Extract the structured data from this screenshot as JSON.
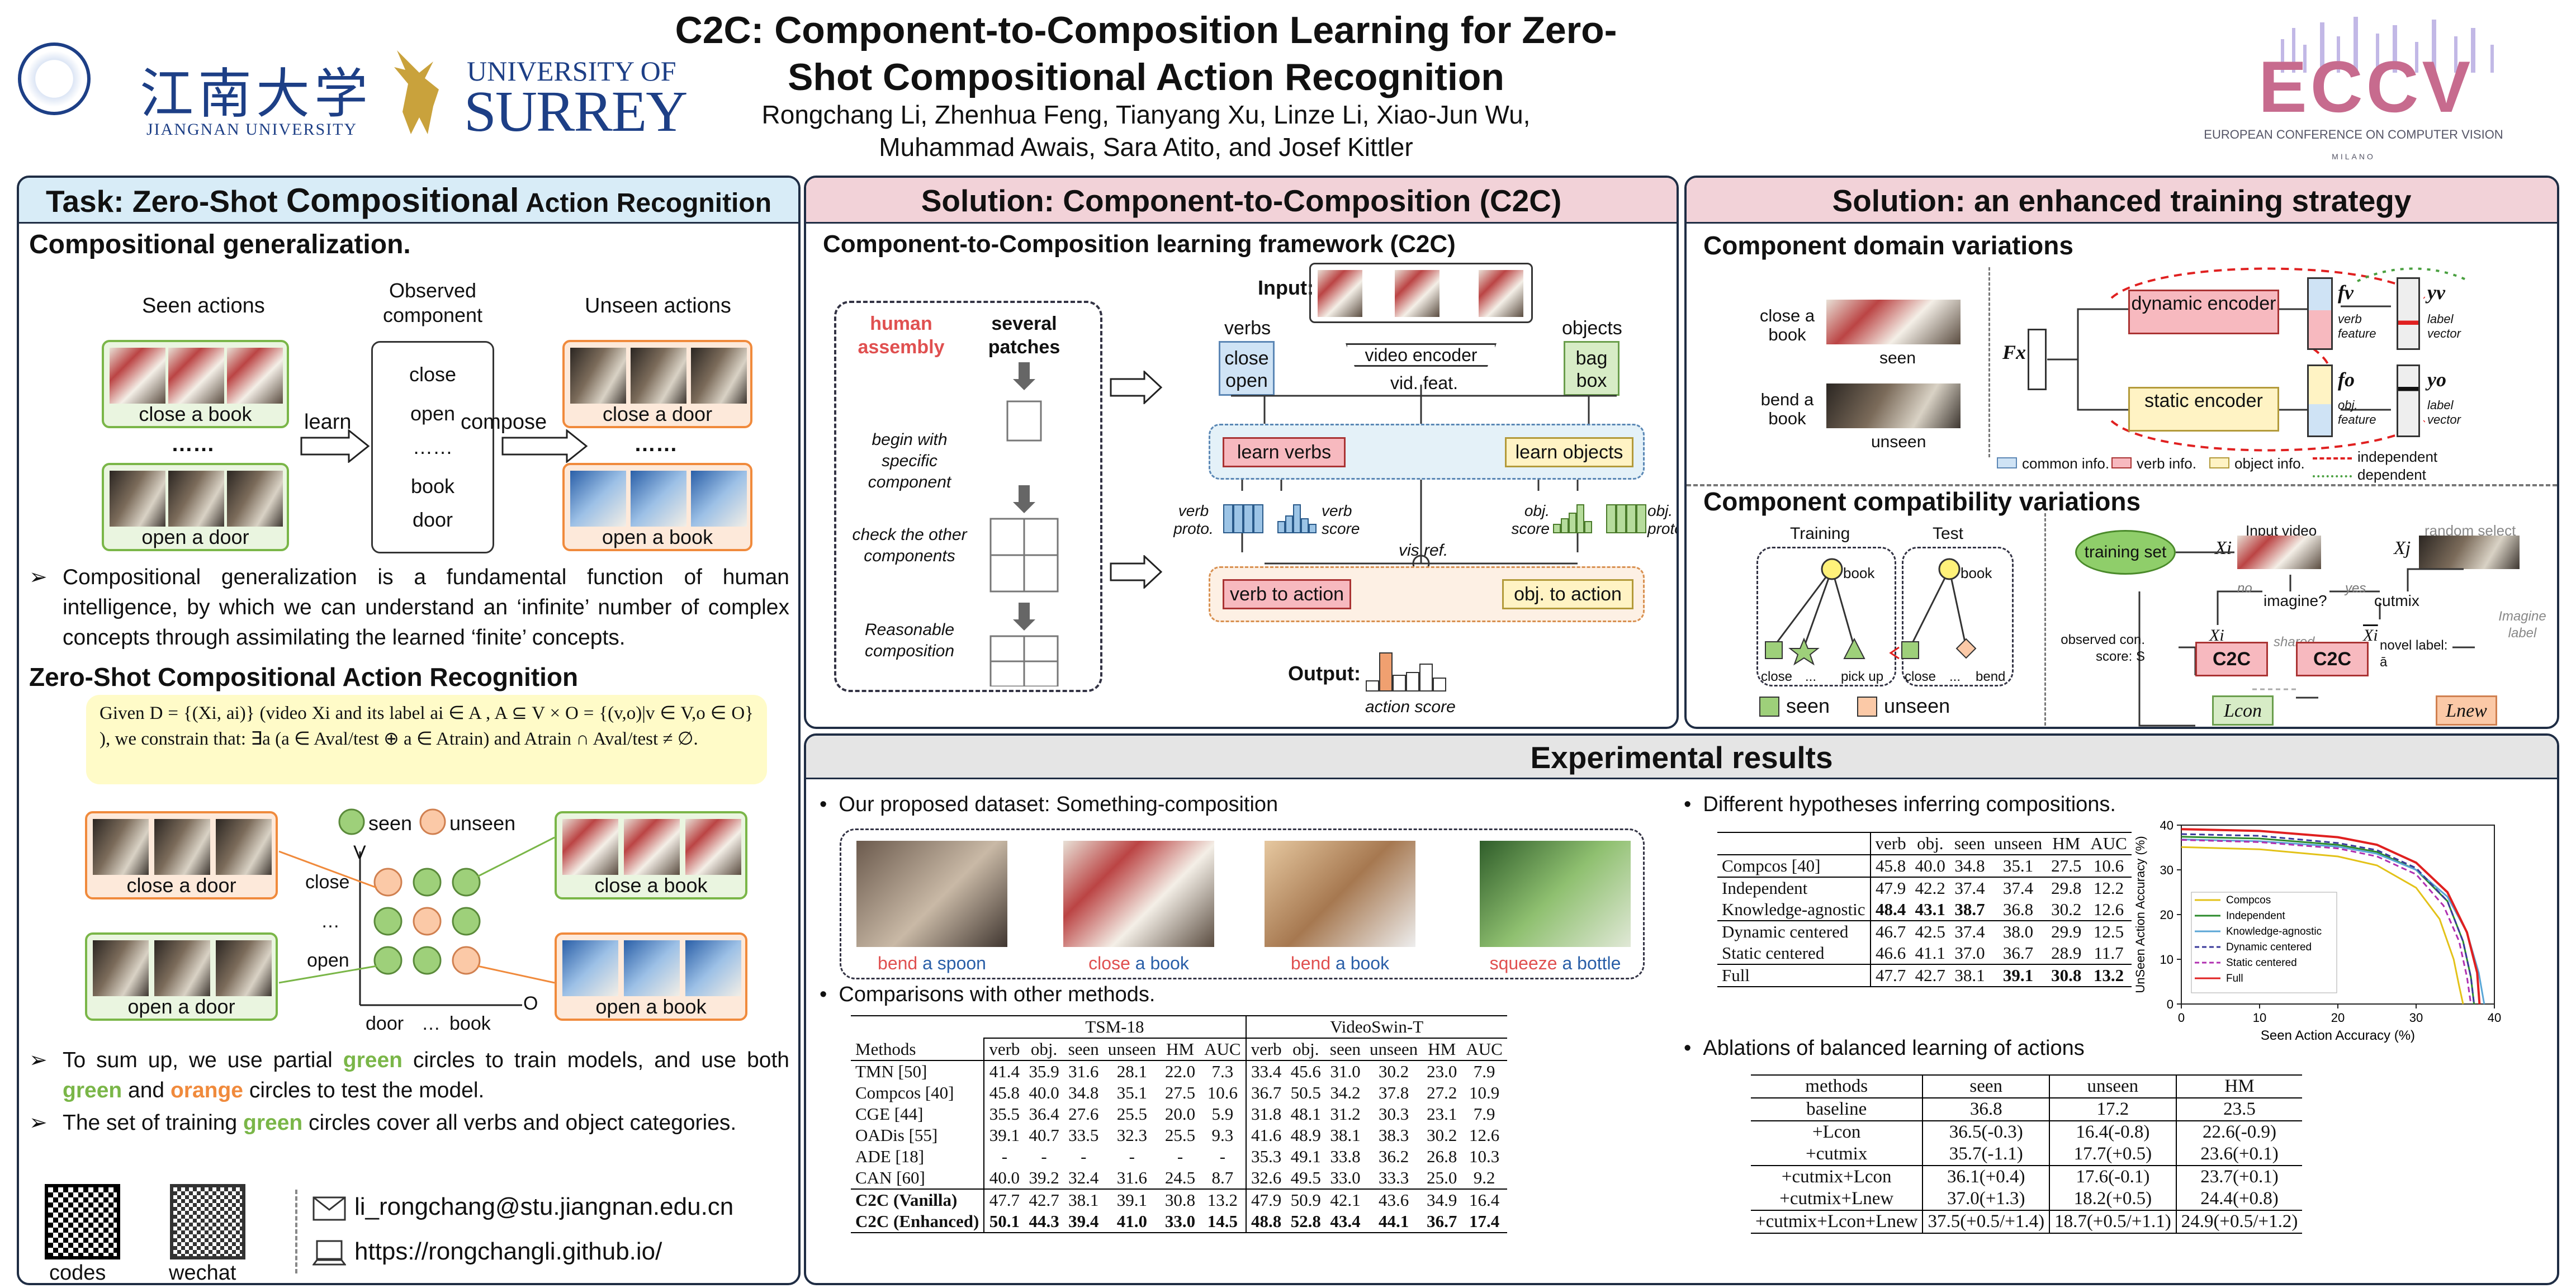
{
  "header": {
    "title": "C2C: Component-to-Composition Learning for Zero-Shot Compositional Action Recognition",
    "authors": "Rongchang Li, Zhenhua Feng, Tianyang Xu, Linze Li, Xiao-Jun Wu, Muhammad Awais, Sara Atito, and Josef Kittler",
    "jiangnan_cn": "江南大学",
    "jiangnan_en": "JIANGNAN UNIVERSITY",
    "surrey_top": "UNIVERSITY OF",
    "surrey_bottom": "SURREY",
    "eccv": "ECCV",
    "eccv_sub": "EUROPEAN CONFERENCE ON COMPUTER VISION",
    "eccv_city": "MILANO"
  },
  "task": {
    "title_pre": "Task: Zero-Shot ",
    "title_big": "Compositional",
    "title_post": " Action Recognition",
    "sec1": "Compositional generalization.",
    "seen_actions": "Seen actions",
    "observed_component": "Observed component",
    "unseen_actions": "Unseen actions",
    "close_a_book": "close a book",
    "open_a_door": "open a door",
    "close_a_door": "close a door",
    "open_a_book": "open a book",
    "dots": "……",
    "learn": "learn",
    "compose": "compose",
    "components": [
      "close",
      "open",
      "……",
      "book",
      "door"
    ],
    "bullet1": "Compositional generalization is a fundamental function of human intelligence, by which we can understand an ‘infinite’ number of complex concepts through assimilating the learned ‘finite’ concepts.",
    "sec2": "Zero-Shot Compositional Action Recognition",
    "definition": "Given D = {(Xi, ai)} (video Xi and its label ai ∈ A , A ⊆ V × O = {(v,o)|v ∈ V,o ∈ O} ), we constrain that: ∃a (a ∈ Aval/test ⊕ a ∈ Atrain) and Atrain ∩ Aval/test ≠ ∅.",
    "seen": "seen",
    "unseen": "unseen",
    "axis_v": "V",
    "axis_o": "O",
    "row_close": "close",
    "row_dots": "…",
    "row_open": "open",
    "col_door": "door",
    "col_dots": "…",
    "col_book": "book",
    "sum_pre": "To sum up, we use partial ",
    "green": "green",
    "sum_mid": " circles to train models, and use both ",
    "and": " and ",
    "orange": "orange",
    "sum_post": " circles to test the model.",
    "set_pre": "The set of training ",
    "set_post": " circles cover all verbs and object categories.",
    "codes": "codes",
    "wechat": "wechat",
    "email": "li_rongchang@stu.jiangnan.edu.cn",
    "url": "https://rongchangli.github.io/"
  },
  "solution": {
    "title": "Solution: Component-to-Composition (C2C)",
    "subtitle": "Component-to-Composition learning framework (C2C)",
    "human_assembly": "human assembly",
    "several_patches": "several patches",
    "step1": "begin with specific component",
    "step2": "check the other components",
    "step3": "Reasonable composition",
    "input": "Input:",
    "verbs": "verbs",
    "verbs_box": "close open",
    "objects": "objects",
    "objects_box": "bag box",
    "video_encoder": "video encoder",
    "vid_feat": "vid. feat.",
    "learn_verbs": "learn verbs",
    "learn_objects": "learn objects",
    "verb_proto": "verb proto.",
    "verb_score": "verb score",
    "obj_score": "obj. score",
    "obj_proto": "obj. proto.",
    "vis_ref": "vis ref.",
    "verb_to_action": "verb to action",
    "obj_to_action": "obj. to action",
    "output": "Output:",
    "action_score": "action score"
  },
  "strategy": {
    "title": "Solution: an enhanced training strategy",
    "sec1": "Component domain variations",
    "close_a_book": "close a book",
    "bend_a_book": "bend a book",
    "seen": "seen",
    "unseen": "unseen",
    "fx": "Fx",
    "dynamic_encoder": "dynamic encoder",
    "static_encoder": "static encoder",
    "fv": "fv",
    "fo": "fo",
    "verb_feature": "verb feature",
    "obj_feature": "obj. feature",
    "yv": "yv",
    "yo": "yo",
    "label_vector": "label vector",
    "common_info": "common info.",
    "verb_info": "verb info.",
    "object_info": "object info.",
    "independent": "independent",
    "dependent": "dependent",
    "sec2": "Component compatibility variations",
    "training": "Training",
    "test": "Test",
    "book": "book",
    "close": "close",
    "dots": "...",
    "pick_up": "pick up",
    "bend": "bend",
    "seen_leg": "seen",
    "unseen_leg": "unseen",
    "training_set": "training set",
    "input_video": "Input video",
    "random_select": "random select",
    "xi": "Xi",
    "xj": "Xj",
    "no": "no",
    "yes": "yes",
    "imagine": "imagine?",
    "cutmix": "cutmix",
    "imagine_label": "Imagine label",
    "observed_score": "observed con. score: S",
    "shared": "shared",
    "c2c": "C2C",
    "novel_label": "novel label: ā",
    "lcon": "Lcon",
    "lnew": "Lnew"
  },
  "results": {
    "title": "Experimental results",
    "b1": "Our proposed dataset: Something-composition",
    "samples": [
      {
        "verb": "bend",
        "obj": " a spoon"
      },
      {
        "verb": "close",
        "obj": " a book"
      },
      {
        "verb": "bend",
        "obj": " a book"
      },
      {
        "verb": "squeeze",
        "obj": " a bottle"
      }
    ],
    "b2": "Comparisons with other methods.",
    "b3": "Different hypotheses inferring compositions.",
    "b4": "Ablations of balanced learning of actions"
  },
  "comparison": {
    "group1": "TSM-18",
    "group2": "VideoSwin-T",
    "headers": [
      "Methods",
      "verb",
      "obj.",
      "seen",
      "unseen",
      "HM",
      "AUC",
      "verb",
      "obj.",
      "seen",
      "unseen",
      "HM",
      "AUC"
    ],
    "rows": [
      [
        "TMN [50]",
        "41.4",
        "35.9",
        "31.6",
        "28.1",
        "22.0",
        "7.3",
        "33.4",
        "45.6",
        "31.0",
        "30.2",
        "23.0",
        "7.9"
      ],
      [
        "Compcos [40]",
        "45.8",
        "40.0",
        "34.8",
        "35.1",
        "27.5",
        "10.6",
        "36.7",
        "50.5",
        "34.2",
        "37.8",
        "27.2",
        "10.9"
      ],
      [
        "CGE [44]",
        "35.5",
        "36.4",
        "27.6",
        "25.5",
        "20.0",
        "5.9",
        "31.8",
        "48.1",
        "31.2",
        "30.3",
        "23.1",
        "7.9"
      ],
      [
        "OADis [55]",
        "39.1",
        "40.7",
        "33.5",
        "32.3",
        "25.5",
        "9.3",
        "41.6",
        "48.9",
        "38.1",
        "38.3",
        "30.2",
        "12.6"
      ],
      [
        "ADE [18]",
        "-",
        "-",
        "-",
        "-",
        "-",
        "-",
        "35.3",
        "49.1",
        "33.8",
        "36.2",
        "26.8",
        "10.3"
      ],
      [
        "CAN [60]",
        "40.0",
        "39.2",
        "32.4",
        "31.6",
        "24.5",
        "8.7",
        "32.6",
        "49.5",
        "33.0",
        "33.3",
        "25.0",
        "9.2"
      ],
      [
        "C2C (Vanilla)",
        "47.7",
        "42.7",
        "38.1",
        "39.1",
        "30.8",
        "13.2",
        "47.9",
        "50.9",
        "42.1",
        "43.6",
        "34.9",
        "16.4"
      ],
      [
        "C2C (Enhanced)",
        "50.1",
        "44.3",
        "39.4",
        "41.0",
        "33.0",
        "14.5",
        "48.8",
        "52.8",
        "43.4",
        "44.1",
        "36.7",
        "17.4"
      ]
    ]
  },
  "hypotheses": {
    "headers": [
      "",
      "verb",
      "obj.",
      "seen",
      "unseen",
      "HM",
      "AUC"
    ],
    "rows": [
      [
        "Compcos [40]",
        "45.8",
        "40.0",
        "34.8",
        "35.1",
        "27.5",
        "10.6"
      ],
      [
        "Independent",
        "47.9",
        "42.2",
        "37.4",
        "37.4",
        "29.8",
        "12.2"
      ],
      [
        "Knowledge-agnostic",
        "48.4",
        "43.1",
        "38.7",
        "36.8",
        "30.2",
        "12.6"
      ],
      [
        "Dynamic centered",
        "46.7",
        "42.5",
        "37.4",
        "38.0",
        "29.9",
        "12.5"
      ],
      [
        "Static centered",
        "46.6",
        "41.1",
        "37.0",
        "36.7",
        "28.9",
        "11.7"
      ],
      [
        "Full",
        "47.7",
        "42.7",
        "38.1",
        "39.1",
        "30.8",
        "13.2"
      ]
    ]
  },
  "ablation": {
    "headers": [
      "methods",
      "seen",
      "unseen",
      "HM"
    ],
    "rows": [
      [
        "baseline",
        "36.8",
        "17.2",
        "23.5"
      ],
      [
        "+Lcon",
        "36.5(-0.3)",
        "16.4(-0.8)",
        "22.6(-0.9)"
      ],
      [
        "+cutmix",
        "35.7(-1.1)",
        "17.7(+0.5)",
        "23.6(+0.1)"
      ],
      [
        "+cutmix+Lcon",
        "36.1(+0.4)",
        "17.6(-0.1)",
        "23.7(+0.1)"
      ],
      [
        "+cutmix+Lnew",
        "37.0(+1.3)",
        "18.2(+0.5)",
        "24.4(+0.8)"
      ],
      [
        "+cutmix+Lcon+Lnew",
        "37.5(+0.5/+1.4)",
        "18.7(+0.5/+1.1)",
        "24.9(+0.5/+1.2)"
      ]
    ]
  },
  "chart_data": {
    "type": "line",
    "xlabel": "Seen Action Accuracy (%)",
    "ylabel": "UnSeen Action Accuracy (%)",
    "xlim": [
      0,
      40
    ],
    "ylim": [
      0,
      40
    ],
    "xticks": [
      0,
      10,
      20,
      30,
      40
    ],
    "yticks": [
      0,
      10,
      20,
      30,
      40
    ],
    "legend_position": "center-left",
    "series": [
      {
        "name": "Compcos",
        "color": "#e3c218",
        "x": [
          0,
          10,
          20,
          25,
          30,
          33,
          34.8,
          35.5,
          36
        ],
        "y": [
          35.1,
          34.6,
          33,
          31,
          26,
          19,
          10,
          4,
          0
        ]
      },
      {
        "name": "Independent",
        "color": "#2a8a2a",
        "x": [
          0,
          10,
          20,
          25,
          30,
          34,
          36,
          37,
          37.4
        ],
        "y": [
          37.4,
          37,
          35.6,
          34,
          30,
          23,
          14,
          6,
          0
        ]
      },
      {
        "name": "Knowledge-agnostic",
        "color": "#5aa6d6",
        "x": [
          0,
          10,
          20,
          25,
          30,
          34,
          36.5,
          38,
          38.7
        ],
        "y": [
          36.8,
          36.4,
          35.2,
          33.6,
          30,
          24,
          16,
          7,
          0
        ]
      },
      {
        "name": "Dynamic centered",
        "color": "#3a3a9a",
        "x": [
          0,
          10,
          20,
          25,
          30,
          34,
          36,
          37,
          37.4
        ],
        "y": [
          38,
          37.6,
          36,
          34.4,
          30.4,
          23,
          14,
          6,
          0
        ]
      },
      {
        "name": "Static centered",
        "color": "#b030b0",
        "x": [
          0,
          10,
          20,
          25,
          30,
          33.5,
          35.5,
          36.5,
          37
        ],
        "y": [
          36.7,
          36.2,
          34.8,
          33,
          29,
          22,
          14,
          6,
          0
        ]
      },
      {
        "name": "Full",
        "color": "#e02020",
        "x": [
          0,
          10,
          20,
          25,
          30,
          34,
          36.5,
          37.8,
          38.1
        ],
        "y": [
          39.1,
          38.7,
          37.3,
          35.6,
          31.6,
          25,
          16,
          7,
          0
        ]
      }
    ]
  }
}
